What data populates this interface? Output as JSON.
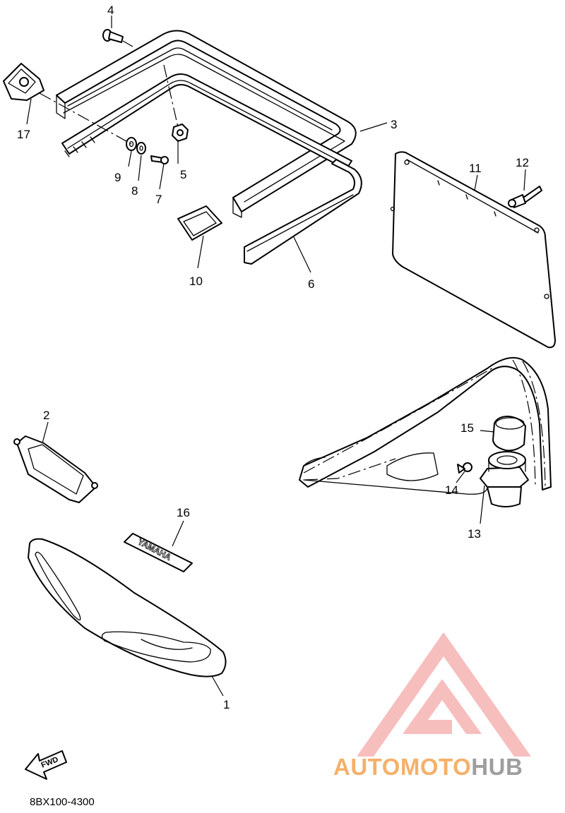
{
  "diagram": {
    "callouts": [
      "1",
      "2",
      "3",
      "4",
      "5",
      "6",
      "7",
      "8",
      "9",
      "10",
      "11",
      "12",
      "13",
      "14",
      "15",
      "16",
      "17"
    ],
    "decal_text": "YAMAHA",
    "fwd_label": "FWD",
    "part_code": "8BX100-4300"
  },
  "watermark": {
    "brand_part1": "AUTOMOTO",
    "brand_part2": "HUB",
    "color_logo": "#f28a8a",
    "color_text_orange": "#f5b06a",
    "color_text_gray": "#9e9e9e"
  }
}
